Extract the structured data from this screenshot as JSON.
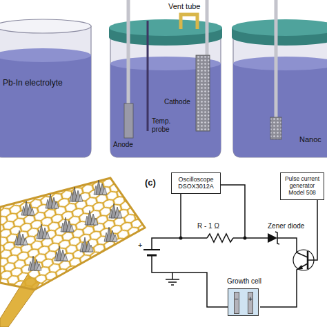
{
  "diagram": {
    "nodes": [
      {
        "text": [
          "Oscilloscope DSOX3012A"
        ]
      },
      {
        "text": [
          "Pulse current generator Model 508"
        ]
      },
      {
        "text": [
          "Growth cell"
        ]
      }
    ],
    "labels": [
      "Pb-In electrolyte",
      "Vent tube",
      "Anode",
      "Temp. probe",
      "Cathode",
      "Nanoc",
      "(c)",
      "R - 1 Ω",
      "Zener diode",
      "+",
      "−",
      "+"
    ]
  }
}
